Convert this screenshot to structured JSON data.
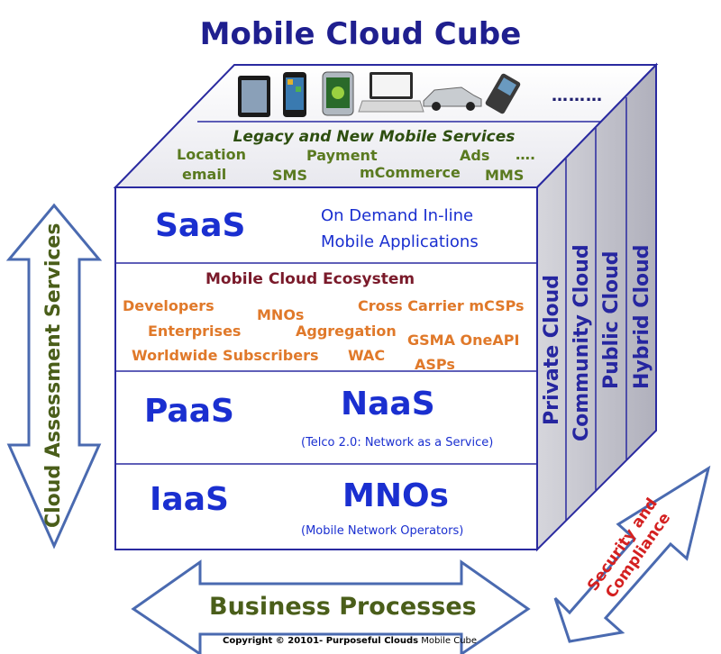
{
  "title": "Mobile Cloud Cube",
  "devices": {
    "icons": [
      "tablet-icon",
      "smartphone-icon",
      "android-phone-icon",
      "netbook-icon",
      "car-icon",
      "feature-phone-icon"
    ],
    "more": "………"
  },
  "services": {
    "title": "Legacy and New Mobile Services",
    "location": "Location",
    "payment": "Payment",
    "ads": "Ads",
    "more": "….",
    "email": "email",
    "sms": "SMS",
    "mcommerce": "mCommerce",
    "mms": "MMS"
  },
  "saas": {
    "label": "SaaS",
    "desc_line1": "On Demand In-line",
    "desc_line2": "Mobile Applications"
  },
  "ecosystem": {
    "title": "Mobile Cloud Ecosystem",
    "developers": "Developers",
    "mnos": "MNOs",
    "cross_carrier": "Cross Carrier mCSPs",
    "enterprises": "Enterprises",
    "aggregation": "Aggregation",
    "worldwide": "Worldwide Subscribers",
    "wac": "WAC",
    "gsma": "GSMA OneAPI",
    "asps": "ASPs"
  },
  "paas": {
    "label": "PaaS",
    "naas": "NaaS",
    "naas_desc": "(Telco 2.0: Network as a Service)"
  },
  "iaas": {
    "label": "IaaS",
    "mnos": "MNOs",
    "mnos_desc": "(Mobile Network Operators)"
  },
  "cloud_types": {
    "private": "Private Cloud",
    "community": "Community Cloud",
    "public": "Public Cloud",
    "hybrid": "Hybrid Cloud"
  },
  "side": {
    "assessment": "Cloud Assessment Services",
    "business": "Business Processes",
    "security_line1": "Security and",
    "security_line2": "Compliance"
  },
  "copyright": {
    "bold": "Copyright © 20101- Purposeful Clouds",
    "regular": " Mobile Cube"
  },
  "colors": {
    "title": "#1f1f8f",
    "blue_text": "#1a2fd0",
    "green_text": "#4a5e1a",
    "orange_text": "#e0792a",
    "red_text": "#d42020",
    "cube_border": "#2a2aa0",
    "cube_side": "#c8c8d0"
  }
}
